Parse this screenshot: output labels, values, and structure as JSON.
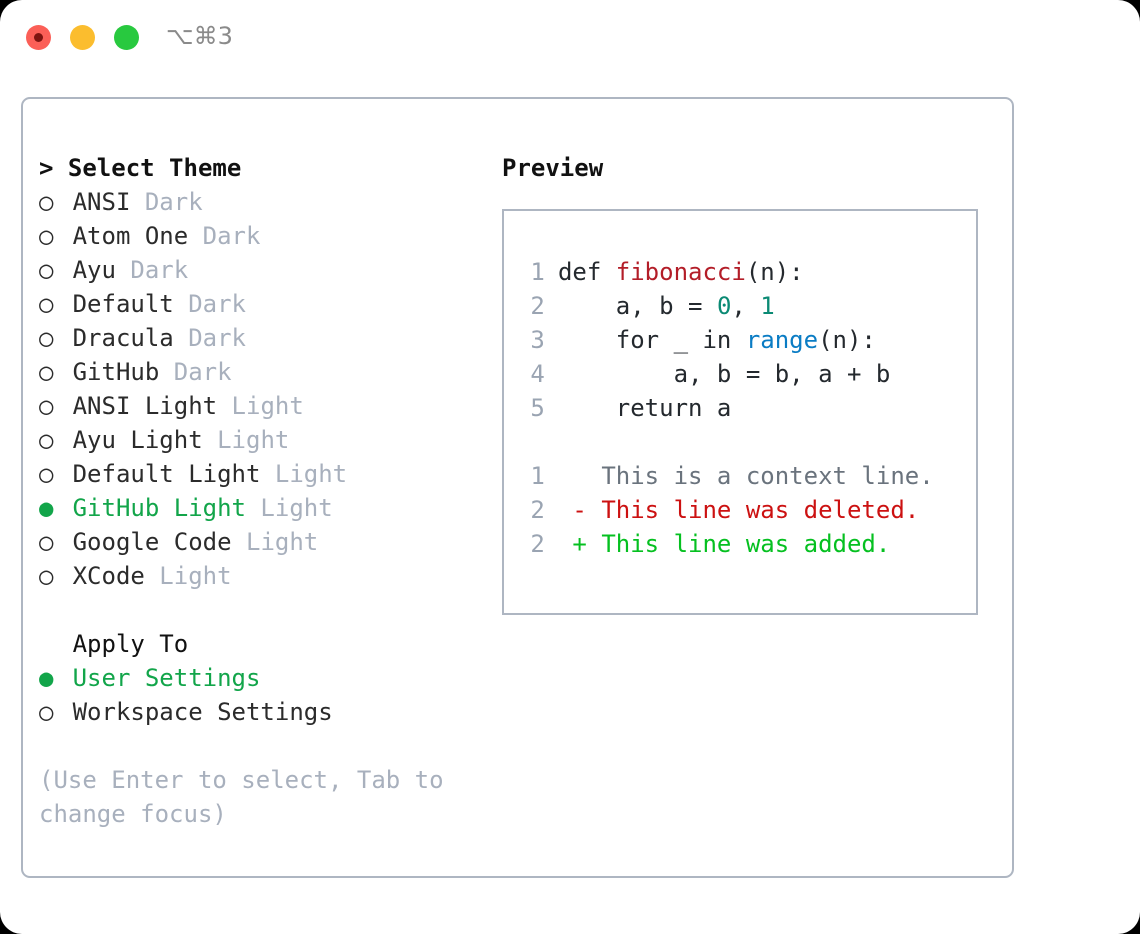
{
  "titlebar": {
    "shortcut": "⌥⌘3",
    "buttons": [
      {
        "name": "close",
        "color": "#fb5f57"
      },
      {
        "name": "minimize",
        "color": "#fbbd2e"
      },
      {
        "name": "zoom",
        "color": "#28c93f"
      }
    ]
  },
  "theme_picker": {
    "heading": "> Select Theme",
    "items": [
      {
        "marker": "○",
        "label": "ANSI",
        "tag": "Dark",
        "selected": false
      },
      {
        "marker": "○",
        "label": "Atom One",
        "tag": "Dark",
        "selected": false
      },
      {
        "marker": "○",
        "label": "Ayu",
        "tag": "Dark",
        "selected": false
      },
      {
        "marker": "○",
        "label": "Default",
        "tag": "Dark",
        "selected": false
      },
      {
        "marker": "○",
        "label": "Dracula",
        "tag": "Dark",
        "selected": false
      },
      {
        "marker": "○",
        "label": "GitHub",
        "tag": "Dark",
        "selected": false
      },
      {
        "marker": "○",
        "label": "ANSI Light",
        "tag": "Light",
        "selected": false
      },
      {
        "marker": "○",
        "label": "Ayu Light",
        "tag": "Light",
        "selected": false
      },
      {
        "marker": "○",
        "label": "Default Light",
        "tag": "Light",
        "selected": false
      },
      {
        "marker": "●",
        "label": "GitHub Light",
        "tag": "Light",
        "selected": true
      },
      {
        "marker": "○",
        "label": "Google Code",
        "tag": "Light",
        "selected": false
      },
      {
        "marker": "○",
        "label": "XCode",
        "tag": "Light",
        "selected": false
      }
    ]
  },
  "apply_to": {
    "heading": "Apply To",
    "items": [
      {
        "marker": "●",
        "label": "User Settings",
        "selected": true
      },
      {
        "marker": "○",
        "label": "Workspace Settings",
        "selected": false
      }
    ]
  },
  "hint": "(Use Enter to select, Tab to change focus)",
  "preview": {
    "heading": "Preview",
    "code_lines": [
      {
        "num": "1",
        "indent": "",
        "tokens": [
          {
            "text": "def ",
            "style": "plain"
          },
          {
            "text": "fibonacci",
            "style": "fn"
          },
          {
            "text": "(n):",
            "style": "plain"
          }
        ]
      },
      {
        "num": "2",
        "indent": "    ",
        "tokens": [
          {
            "text": "a, b = ",
            "style": "plain"
          },
          {
            "text": "0",
            "style": "num"
          },
          {
            "text": ", ",
            "style": "plain"
          },
          {
            "text": "1",
            "style": "num"
          }
        ]
      },
      {
        "num": "3",
        "indent": "    ",
        "tokens": [
          {
            "text": "for _ in ",
            "style": "plain"
          },
          {
            "text": "range",
            "style": "call"
          },
          {
            "text": "(n):",
            "style": "plain"
          }
        ]
      },
      {
        "num": "4",
        "indent": "        ",
        "tokens": [
          {
            "text": "a, b = b, a + b",
            "style": "plain"
          }
        ]
      },
      {
        "num": "5",
        "indent": "    ",
        "tokens": [
          {
            "text": "return a",
            "style": "plain"
          }
        ]
      }
    ],
    "diff_lines": [
      {
        "num": "1",
        "sign": "  ",
        "text": "This is a context line.",
        "kind": "ctx"
      },
      {
        "num": "2",
        "sign": "- ",
        "text": "This line was deleted.",
        "kind": "del"
      },
      {
        "num": "2",
        "sign": "+ ",
        "text": "This line was added.",
        "kind": "add"
      }
    ]
  },
  "colors": {
    "selection_green": "#12a54a",
    "tag_grey": "#a8b0bd",
    "border": "#aeb6c2",
    "line_number": "#9aa4b2",
    "fn_red": "#b31d28",
    "number_teal": "#0b8a74",
    "call_blue": "#0a7cc4",
    "diff_delete": "#cc1111",
    "diff_add": "#05c020",
    "diff_context": "#6a737d"
  }
}
